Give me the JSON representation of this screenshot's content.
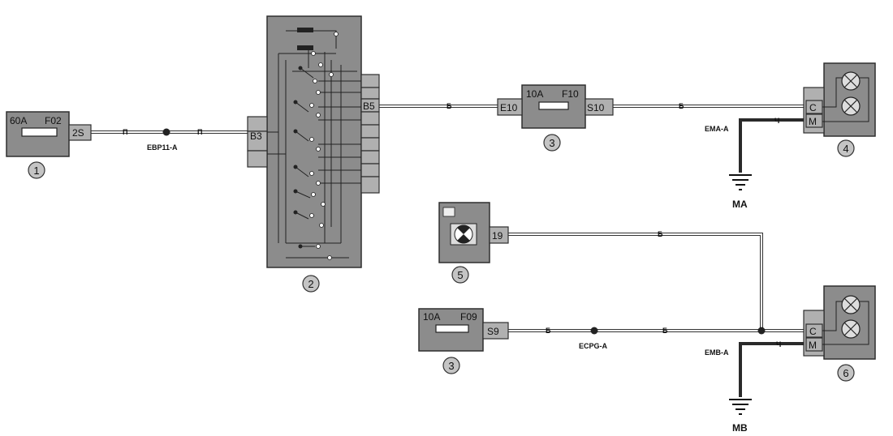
{
  "fuse_f02": {
    "rating": "60A",
    "id": "F02",
    "pin": "2S",
    "callout": "1"
  },
  "wire_p": {
    "code": "П"
  },
  "splice_ebp11": {
    "label": "EBP11-A"
  },
  "block_2": {
    "pin_b3": "B3",
    "pin_b5": "B5",
    "callout": "2"
  },
  "wire_b": {
    "code": "Б"
  },
  "fuse_f10": {
    "rating": "10A",
    "id": "F10",
    "pin_in": "E10",
    "pin_out": "S10",
    "callout": "3"
  },
  "lamp_4": {
    "pin_c": "C",
    "pin_m": "M",
    "callout": "4"
  },
  "ground_ema": {
    "label": "EMA-A",
    "wire": "Ч",
    "ground": "MA"
  },
  "switch_5": {
    "pin": "19",
    "callout": "5"
  },
  "fuse_f09": {
    "rating": "10A",
    "id": "F09",
    "pin": "S9",
    "callout": "3"
  },
  "splice_ecpg": {
    "label": "ECPG-A"
  },
  "lamp_6": {
    "pin_c": "C",
    "pin_m": "M",
    "callout": "6"
  },
  "ground_emb": {
    "label": "EMB-A",
    "wire": "Ч",
    "ground": "MB"
  }
}
